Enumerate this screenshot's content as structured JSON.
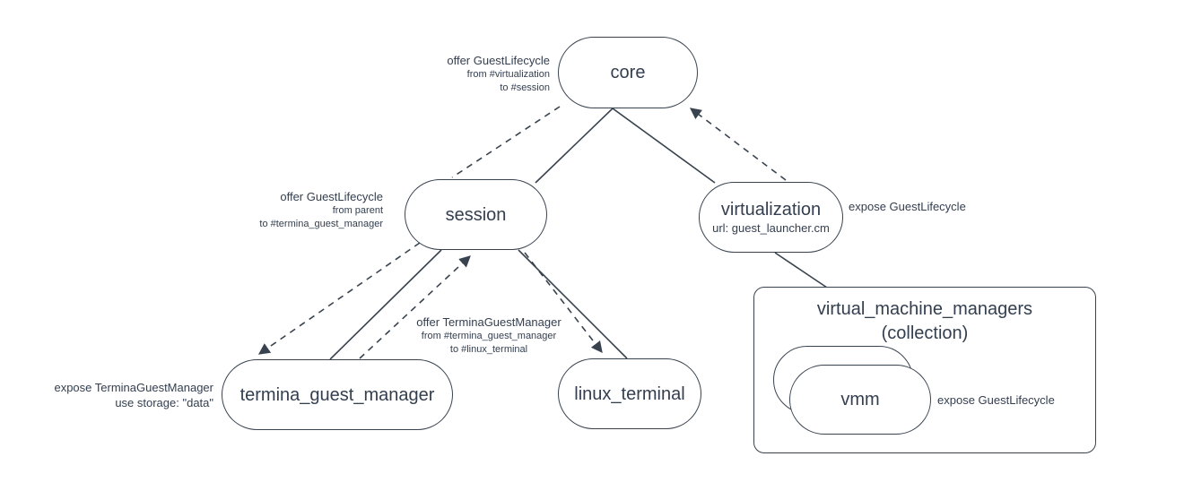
{
  "diagram": {
    "title": "component topology diagram",
    "colors": {
      "background": "#ffffff",
      "stroke": "#39434f",
      "text": "#333e4f"
    },
    "nodes": {
      "core": {
        "label": "core"
      },
      "session": {
        "label": "session"
      },
      "virtualization": {
        "label": "virtualization",
        "sub": "url: guest_launcher.cm"
      },
      "termina_guest_manager": {
        "label": "termina_guest_manager"
      },
      "linux_terminal": {
        "label": "linux_terminal"
      },
      "vmm": {
        "label": "vmm"
      },
      "virtual_machine_managers": {
        "title": "virtual_machine_managers",
        "subtitle": "(collection)"
      }
    },
    "annotations": {
      "offer_core": {
        "line1": "offer GuestLifecycle",
        "line2": "from #virtualization",
        "line3": "to #session"
      },
      "offer_session": {
        "line1": "offer GuestLifecycle",
        "line2": "from parent",
        "line3": "to #termina_guest_manager"
      },
      "offer_termina": {
        "line1": "offer TerminaGuestManager",
        "line2": "from #termina_guest_manager",
        "line3": "to #linux_terminal"
      },
      "expose_termina": {
        "line1": "expose TerminaGuestManager",
        "line2": "use storage: \"data\""
      },
      "expose_virtualization": "expose GuestLifecycle",
      "expose_vmm": "expose GuestLifecycle"
    },
    "edges": [
      {
        "from": "core",
        "to": "session",
        "style": "solid",
        "arrow": false
      },
      {
        "from": "core",
        "to": "virtualization",
        "style": "solid",
        "arrow": false
      },
      {
        "from": "session",
        "to": "termina_guest_manager",
        "style": "solid",
        "arrow": false
      },
      {
        "from": "session",
        "to": "linux_terminal",
        "style": "solid",
        "arrow": false
      },
      {
        "from": "virtualization",
        "to": "virtual_machine_managers",
        "style": "solid",
        "arrow": false
      },
      {
        "from": "core",
        "to": "session",
        "style": "dashed",
        "arrow": false
      },
      {
        "from": "virtualization",
        "to": "core",
        "style": "dashed",
        "arrow": true
      },
      {
        "from": "session",
        "to": "termina_guest_manager",
        "style": "dashed",
        "arrow": true
      },
      {
        "from": "termina_guest_manager",
        "to": "session",
        "style": "dashed",
        "arrow": true
      },
      {
        "from": "session",
        "to": "linux_terminal",
        "style": "dashed",
        "arrow": true
      }
    ]
  }
}
